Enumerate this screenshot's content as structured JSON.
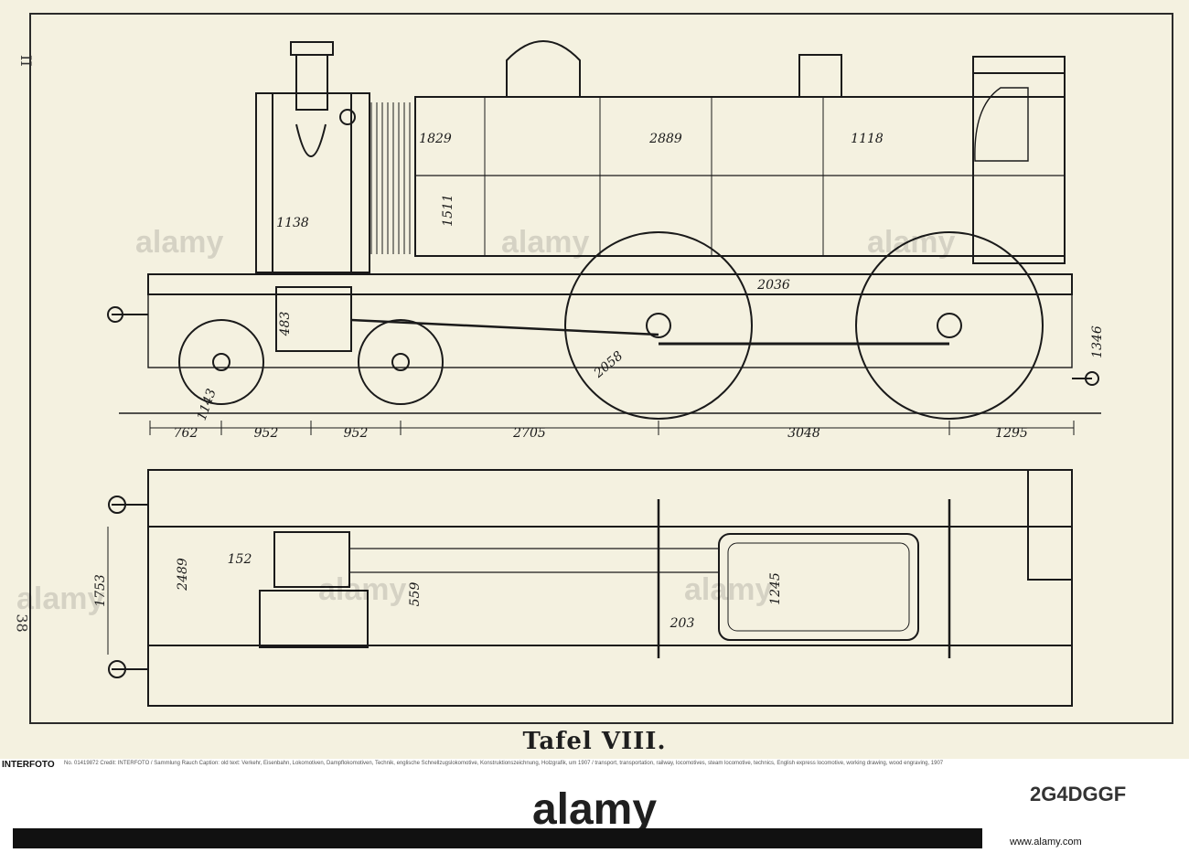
{
  "plate": {
    "caption": "Tafel VIII.",
    "margin_roman": "II",
    "margin_page": "38"
  },
  "side_view_dimensions": {
    "wheelbase": [
      "762",
      "952",
      "952",
      "2705",
      "3048",
      "1295"
    ],
    "boiler": [
      "1829",
      "2889",
      "1118",
      "1511",
      "1138"
    ],
    "wheels": [
      "1143",
      "2058",
      "2036"
    ],
    "other": [
      "483",
      "1346"
    ]
  },
  "plan_view_dimensions": [
    "1753",
    "2489",
    "152",
    "559",
    "203",
    "1245"
  ],
  "credit": {
    "logo": "INTERFOTO",
    "line": "No. 01419872 Credit: INTERFOTO / Sammlung Rauch  Caption: old text: Verkehr, Eisenbahn, Lokomotiven, Dampflokomotiven, Technik, englische Schnellzugslokomotive, Konstruktionszeichnung, Holzgrafik, um 1907 / transport, transportation, railway, locomotives, steam locomotive, technics, English express locomotive, working drawing, wood engraving, 1907"
  },
  "watermark": {
    "brand": "alamy",
    "image_id": "2G4DGGF",
    "site": "www.alamy.com"
  },
  "colors": {
    "paper": "#f4f1e0",
    "ink": "#1a1a1a",
    "background": "#ffffff"
  }
}
